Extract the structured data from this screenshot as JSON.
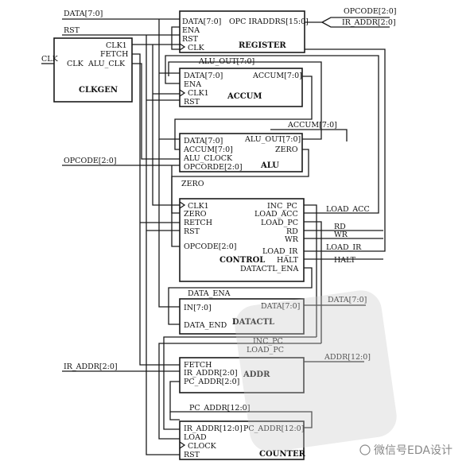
{
  "signals": {
    "data_in": "DATA[7:0]",
    "rst": "RST",
    "clk": "CLK",
    "opcode_in": "OPCODE[2:0]",
    "opcode_out": "OPCODE[2:0]",
    "ir_addr_out": "IR_ADDR[2:0]",
    "ir_addr_in": "IR_ADDR[2:0]",
    "alu_out": "ALU_OUT[7:0]",
    "accum": "ACCUM[7:0]",
    "zero": "ZERO",
    "load_acc": "LOAD_ACC",
    "rd": "RD",
    "wr": "WR",
    "load_ir": "LOAD_IR",
    "halt": "HALT",
    "data_ena": "DATA_ENA",
    "data_out": "DATA[7:0]",
    "inc_pc": "INC_PC",
    "load_pc": "LOAD_PC",
    "addr": "ADDR[12:0]",
    "pc_addr": "PC_ADDR[12:0]"
  },
  "blocks": {
    "register": {
      "title": "REGISTER",
      "p1": "DATA[7:0]",
      "p2": "ENA",
      "p3": "RST",
      "p4": "CLK",
      "p5": "OPC IRADDRS[15:0]"
    },
    "clkgen": {
      "title": "CLKGEN",
      "p1": "CLK1",
      "p2": "FETCH",
      "p3": "CLK",
      "p4": "ALU_CLK"
    },
    "accum": {
      "title": "ACCUM",
      "p1": "DATA[7:0]",
      "p2": "ENA",
      "p3": "CLK1",
      "p4": "RST",
      "p5": "ACCUM[7:0]"
    },
    "alu": {
      "title": "ALU",
      "p1": "DATA[7:0]",
      "p2": "ACCUM[7:0]",
      "p3": "ALU_CLOCK",
      "p4": "OPCORDE[2:0]",
      "p5": "ALU_OUT[7:0]",
      "p6": "ZERO"
    },
    "control": {
      "title": "CONTROL",
      "p1": "CLK1",
      "p2": "ZERO",
      "p3": "RETCH",
      "p4": "RST",
      "p5": "OPCODE[2:0]",
      "p6": "INC_PC",
      "p7": "LOAD_ACC",
      "p8": "LOAD_PC",
      "p9": "RD",
      "p10": "WR",
      "p11": "LOAD_IR",
      "p12": "HALT",
      "p13": "DATACTL_ENA"
    },
    "datactl": {
      "title": "DATACTL",
      "p1": "IN[7:0]",
      "p2": "DATA_END",
      "p3": "DATA[7:0]"
    },
    "addr": {
      "title": "ADDR",
      "p1": "FETCH",
      "p2": "IR_ADDR[2:0]",
      "p3": "PC_ADDR[2:0]"
    },
    "counter": {
      "title": "COUNTER",
      "p1": "IR_ADDR[12:0]",
      "p2": "LOAD",
      "p3": "CLOCK",
      "p4": "RST",
      "p5": "PC_ADDR[12:0]"
    }
  },
  "watermark": "微信号EDA设计"
}
